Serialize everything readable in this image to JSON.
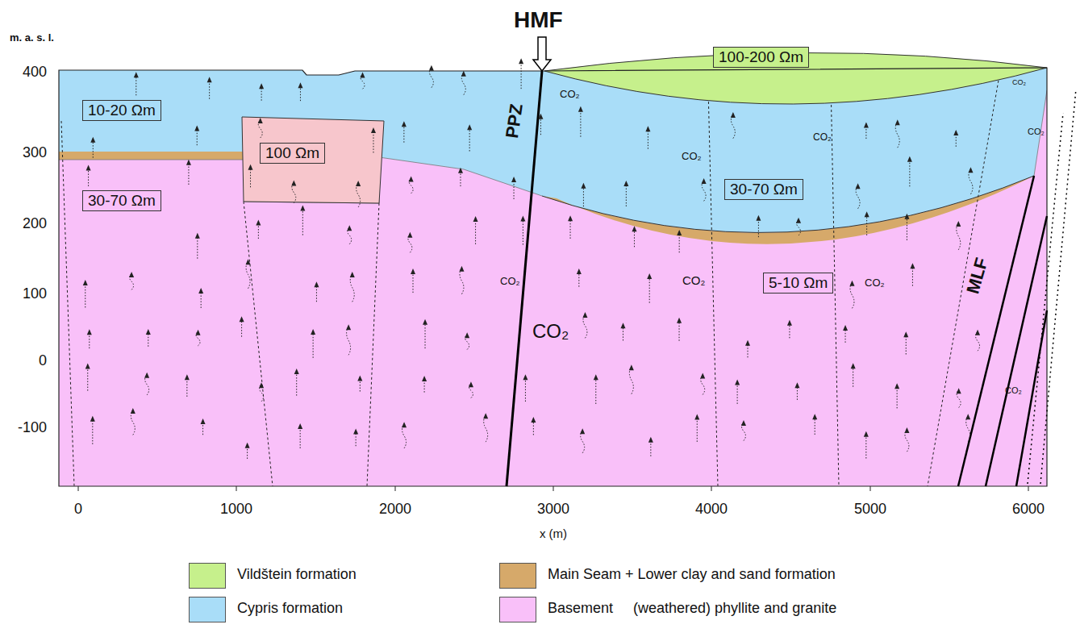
{
  "diagram": {
    "nodes": [
      {
        "text": [
          "10-20 Ωm"
        ]
      },
      {
        "text": [
          "100 Ωm"
        ]
      },
      {
        "text": [
          "30-70 Ωm"
        ]
      },
      {
        "text": [
          "100-200 Ωm"
        ]
      },
      {
        "text": [
          "30-70 Ωm"
        ]
      },
      {
        "text": [
          "5-10 Ωm"
        ]
      }
    ],
    "labels": [
      "m. a. s. l.",
      "HMF",
      "400",
      "300",
      "200",
      "100",
      "0",
      "-100",
      "0",
      "1000",
      "2000",
      "3000",
      "4000",
      "5000",
      "6000",
      "x (m)",
      "PPZ",
      "MLF",
      "CO₂",
      "CO₂",
      "CO₂",
      "CO₂",
      "CO₂",
      "CO₂",
      "CO₂",
      "CO₂",
      "CO₂",
      "CO₂"
    ],
    "legend": [
      {
        "text": "Vildštein formation",
        "color": "#c6f08c"
      },
      {
        "text": "Main Seam + Lower clay and sand formation",
        "color": "#d6a96a"
      },
      {
        "text": "Cypris formation",
        "color": "#a9ddf8"
      },
      {
        "text": "Basement     (weathered) phyllite and granite",
        "color": "#f9c0f9"
      }
    ]
  }
}
